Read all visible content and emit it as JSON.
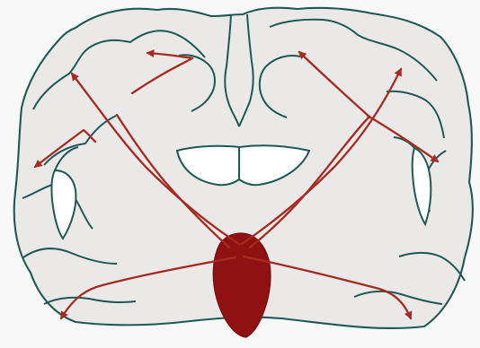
{
  "diagram": {
    "colors": {
      "background": "#f9f8f8",
      "tissue_fill": "#ebe8e8",
      "contour": "#1f5a52",
      "hole_fill": "#ffffff",
      "center_mass": "#8f1111",
      "pathway": "#a52b22"
    },
    "components": [
      "brain-coronal-outline",
      "left-cortical-folds",
      "right-cortical-folds",
      "midline-fissure",
      "left-lateral-ventricle",
      "right-lateral-ventricle",
      "central-bilobed-space",
      "central-teardrop-mass",
      "radiating-pathways"
    ],
    "pathway_targets": [
      "upper-left-inner",
      "upper-left-outer",
      "left-mid",
      "left-lower",
      "upper-right-inner",
      "upper-right-outer",
      "right-mid",
      "right-lower"
    ]
  }
}
